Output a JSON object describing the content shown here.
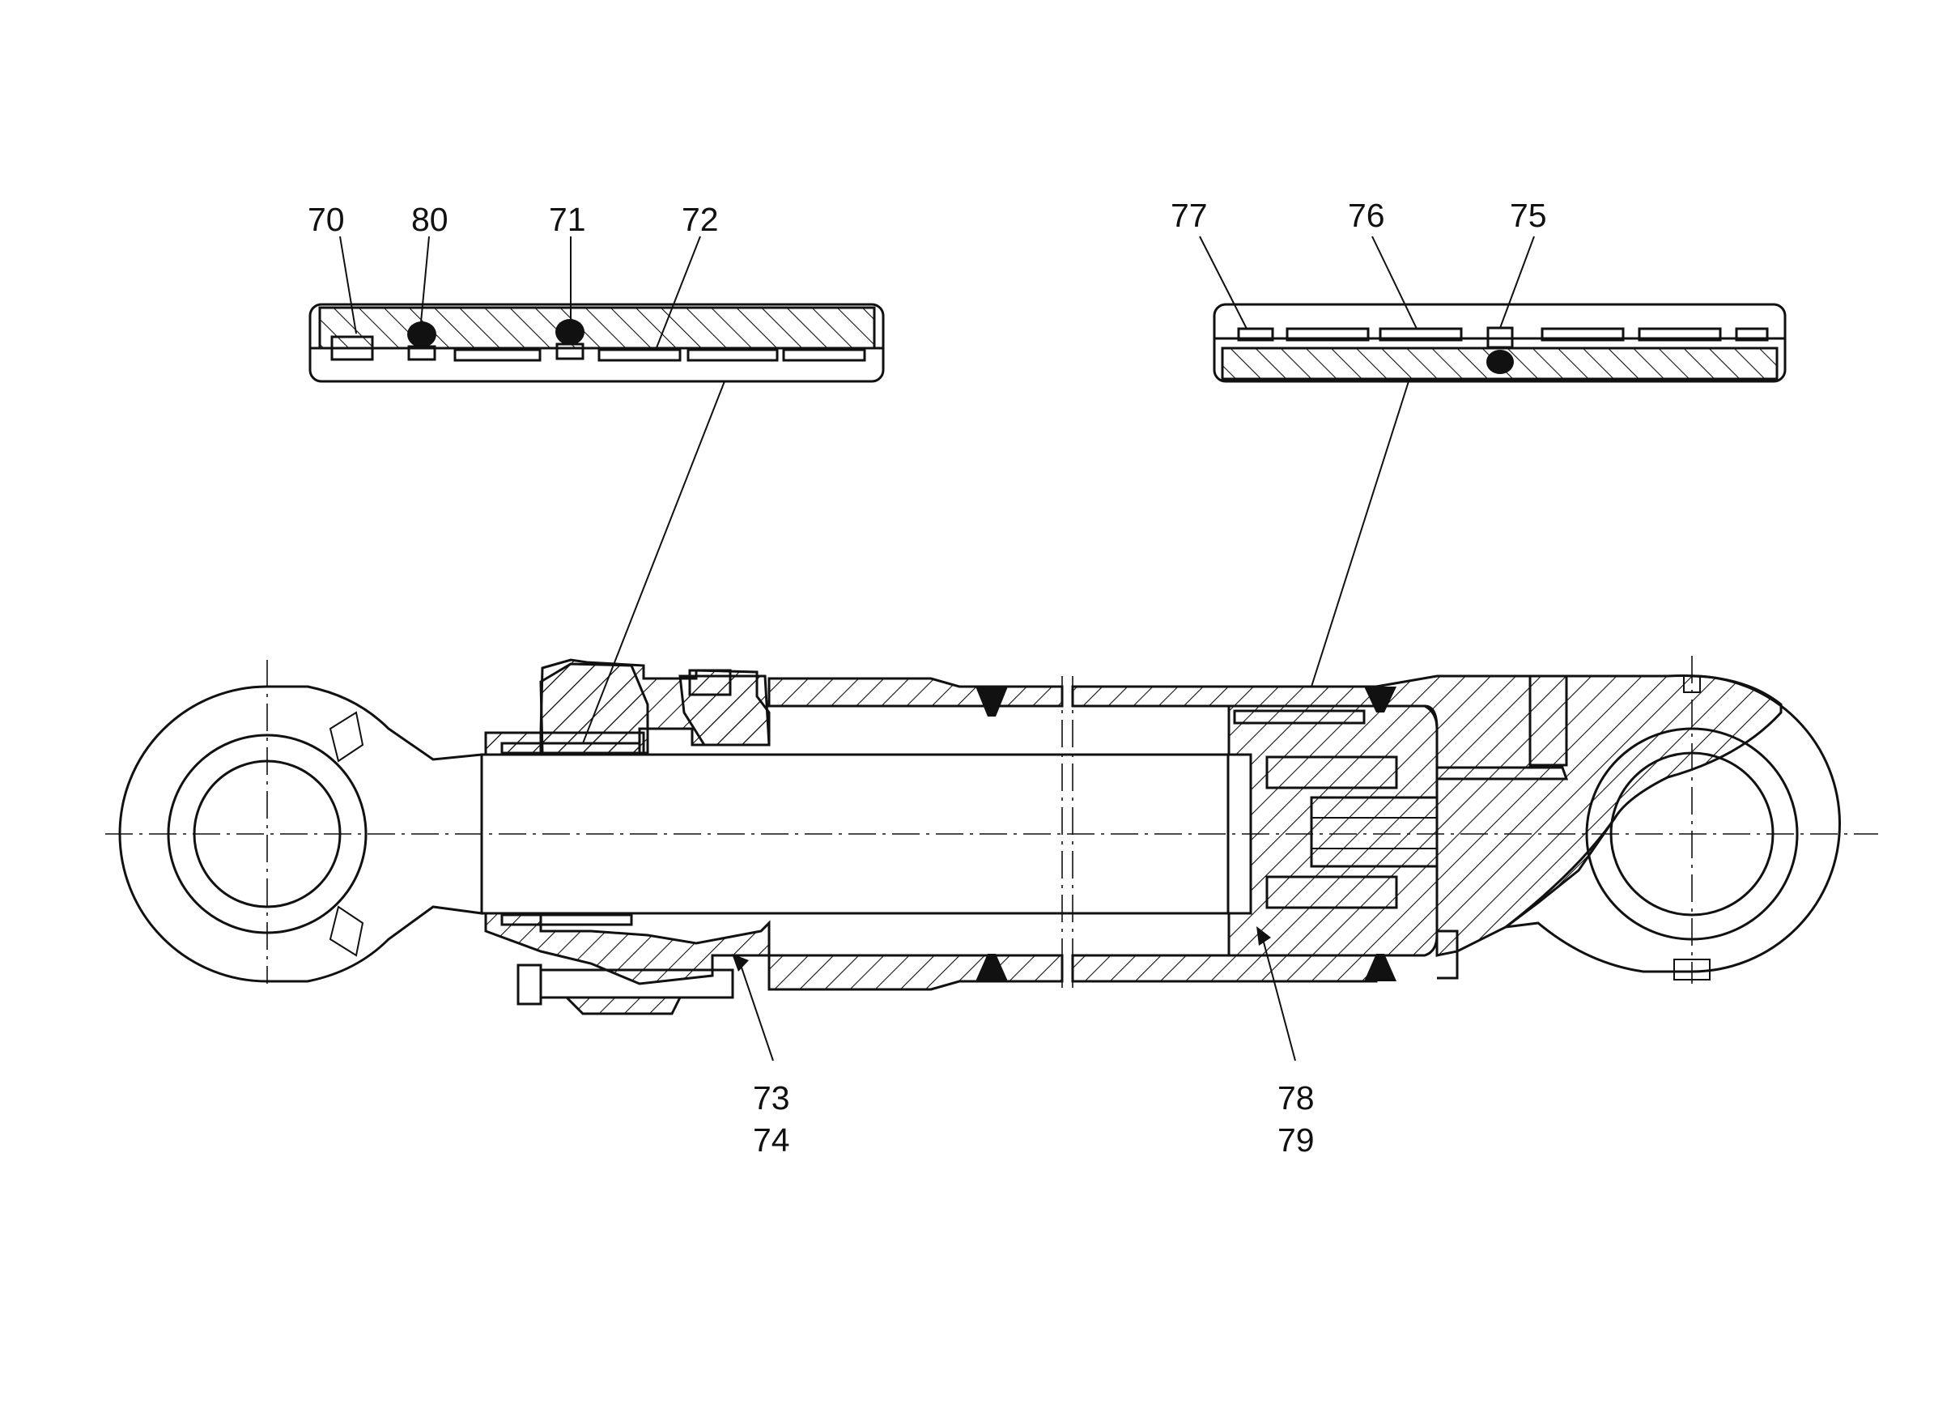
{
  "colors": {
    "line": "#111111",
    "background": "#ffffff"
  },
  "callouts": {
    "p70": "70",
    "p80": "80",
    "p71": "71",
    "p72": "72",
    "p77": "77",
    "p76": "76",
    "p75": "75",
    "p73": "73",
    "p74": "74",
    "p78": "78",
    "p79": "79"
  }
}
